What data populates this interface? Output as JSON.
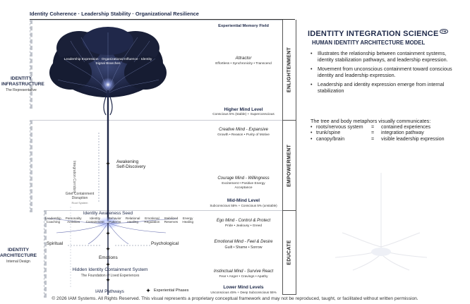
{
  "top_banner": "Identity Coherence · Leadership Stability · Organizational Resilience",
  "left_labels": {
    "infrastructure_title_1": "IDENTITY",
    "infrastructure_title_2": "INFRASTRUCTURE",
    "infrastructure_sub": "The Representative",
    "architecture_title_1": "IDENTITY",
    "architecture_title_2": "ARCHITECTURE",
    "architecture_sub": "Internal Design"
  },
  "tree": {
    "canopy_label_1": "Leadership Expression · Organizational Influence · Identity",
    "canopy_label_2": "Signal Branches",
    "corridor_label": "Integration Corridors",
    "awakening_1": "Awakening",
    "awakening_2": "Self-Discovery",
    "grief_1": "Grief Containment",
    "grief_2": "Disruption",
    "grief_3": "Root System",
    "seed_label": "Identity Awareness Seed",
    "root_tags": [
      "Leadership",
      "Personality",
      "Identity",
      "Behavior",
      "Relational",
      "Emotional",
      "Stabilized",
      "Energy"
    ],
    "root_tags_2": [
      "Coaching",
      "Activities",
      "Containment",
      "Patterns",
      "Healing",
      "Regulation",
      "Reserves",
      "Healing"
    ],
    "spiritual": "Spiritual",
    "psychological": "Psychological",
    "emotions": "Emotions",
    "hidden_title": "Hidden Identity Containment System",
    "hidden_sub": "The Foundation of Lived Experiences",
    "iam_pathways": "IAM Pathways",
    "experiential_phases": "Experiential Phases"
  },
  "levels": {
    "memory_field": "Experiential Memory Field",
    "attractor_title": "Attractor",
    "attractor_sub": "Effortless • Synchronicity • Transcend",
    "higher_title": "Higher Mind Level",
    "higher_sub": "Conscious 5% (stable) + Superconscious",
    "creative_title": "Creative Mind - Expansive",
    "creative_sub": "Growth • Reason • Purity of Motive",
    "courage_title": "Courage Mind - Willingness",
    "courage_sub_1": "Excitement • Positive Energy",
    "courage_sub_2": "Acceptance",
    "mid_title": "Mid-Mind Level",
    "mid_sub": "Subconscious 55% + Conscious 5% (unstable)",
    "ego_title": "Ego Mind - Control & Protect",
    "ego_sub": "Pride • Jealousy • Greed",
    "emotional_title": "Emotional Mind - Feel & Desire",
    "emotional_sub": "Guilt • Shame • Sorrow",
    "instinctual_title": "Instinctual Mind - Survive React",
    "instinctual_sub": "Fear • Anger • Cravings • Apathy",
    "lower_title": "Lower Mind Levels",
    "lower_sub": "Unconscious 45% + Deep Subconscious 55%"
  },
  "bands": {
    "enlightenment": "ENLIGHTENMENT",
    "empowerment": "EMPOWERMENT",
    "educate": "EDUCATE"
  },
  "right_panel": {
    "title": "IDENTITY INTEGRATION SCIENCE",
    "tm": "TM",
    "subtitle": "HUMAN IDENTITY ARCHITECTURE MODEL",
    "bullets": [
      "Illustrates the relationship between containment systems, identity stabilization pathways, and leadership expression.",
      "Movement from unconscious containment toward conscious identity and leadership expression.",
      "Leadership and identity expression emerge from internal stabilization"
    ],
    "metaphor_intro": "The tree and body metaphors visually communicates:",
    "metaphors": [
      {
        "k": "roots/nervous system",
        "eq": "=",
        "v": "contained experiences"
      },
      {
        "k": "trunk/spine",
        "eq": "=",
        "v": "integration pathway"
      },
      {
        "k": "canopy/brain",
        "eq": "=",
        "v": "visible leadership expression"
      }
    ]
  },
  "footer": "© 2026 IAM Systems. All Rights Reserved. This visual represents a proprietary conceptual framework and may not be reproduced, taught, or facilitated without written permission.",
  "colors": {
    "canopy_dark": "#141a2e",
    "canopy_mid": "#2b3558",
    "navy": "#1f2a4a",
    "root_blue": "#5a63a8"
  }
}
